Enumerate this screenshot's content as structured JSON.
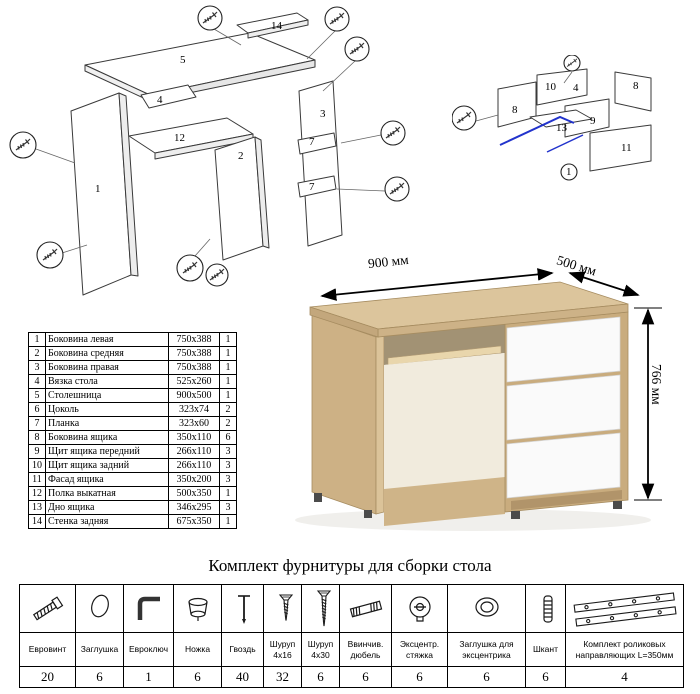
{
  "title": "Комплект фурнитуры для сборки стола",
  "desk": {
    "width_label": "900 мм",
    "depth_label": "500 мм",
    "height_label": "766 мм",
    "wood_color": "#dcc59c",
    "drawer_color": "#fafafa"
  },
  "parts_table": {
    "rows": [
      {
        "num": "1",
        "name": "Боковина левая",
        "size": "750x388",
        "qty": "1"
      },
      {
        "num": "2",
        "name": "Боковина средняя",
        "size": "750x388",
        "qty": "1"
      },
      {
        "num": "3",
        "name": "Боковина правая",
        "size": "750x388",
        "qty": "1"
      },
      {
        "num": "4",
        "name": "Вязка стола",
        "size": "525x260",
        "qty": "1"
      },
      {
        "num": "5",
        "name": "Столешница",
        "size": "900x500",
        "qty": "1"
      },
      {
        "num": "6",
        "name": "Цоколь",
        "size": "323x74",
        "qty": "2"
      },
      {
        "num": "7",
        "name": "Планка",
        "size": "323x60",
        "qty": "2"
      },
      {
        "num": "8",
        "name": "Боковина ящика",
        "size": "350x110",
        "qty": "6"
      },
      {
        "num": "9",
        "name": "Щит ящика передний",
        "size": "266x110",
        "qty": "3"
      },
      {
        "num": "10",
        "name": "Щит ящика задний",
        "size": "266x110",
        "qty": "3"
      },
      {
        "num": "11",
        "name": "Фасад ящика",
        "size": "350x200",
        "qty": "3"
      },
      {
        "num": "12",
        "name": "Полка выкатная",
        "size": "500x350",
        "qty": "1"
      },
      {
        "num": "13",
        "name": "Дно ящика",
        "size": "346x295",
        "qty": "3"
      },
      {
        "num": "14",
        "name": "Стенка задняя",
        "size": "675x350",
        "qty": "1"
      }
    ]
  },
  "exploded_left": {
    "labels": [
      "14",
      "5",
      "4",
      "12",
      "2",
      "1",
      "3",
      "7",
      "7"
    ]
  },
  "exploded_right": {
    "labels": [
      "10",
      "8",
      "8",
      "9",
      "13",
      "11",
      "4",
      "1"
    ]
  },
  "hardware": {
    "items": [
      {
        "icon": "euroscrew-icon",
        "label": "Евровинт",
        "qty": "20"
      },
      {
        "icon": "plug-icon",
        "label": "Заглушка",
        "qty": "6"
      },
      {
        "icon": "hexkey-icon",
        "label": "Евроключ",
        "qty": "1"
      },
      {
        "icon": "foot-icon",
        "label": "Ножка",
        "qty": "6"
      },
      {
        "icon": "nail-icon",
        "label": "Гвоздь",
        "qty": "40"
      },
      {
        "icon": "screw-4x16-icon",
        "label": "Шуруп 4x16",
        "qty": "32"
      },
      {
        "icon": "screw-4x30-icon",
        "label": "Шуруп 4x30",
        "qty": "6"
      },
      {
        "icon": "dowel-screw-icon",
        "label": "Ввинчив. дюбель",
        "qty": "6"
      },
      {
        "icon": "cam-lock-icon",
        "label": "Эксцентр. стяжка",
        "qty": "6"
      },
      {
        "icon": "cam-cover-icon",
        "label": "Заглушка для эксцентрика",
        "qty": "6"
      },
      {
        "icon": "dowel-icon",
        "label": "Шкант",
        "qty": "6"
      },
      {
        "icon": "roller-guides-icon",
        "label": "Комплект роликовых направляющих L=350мм",
        "qty": "4"
      }
    ]
  }
}
